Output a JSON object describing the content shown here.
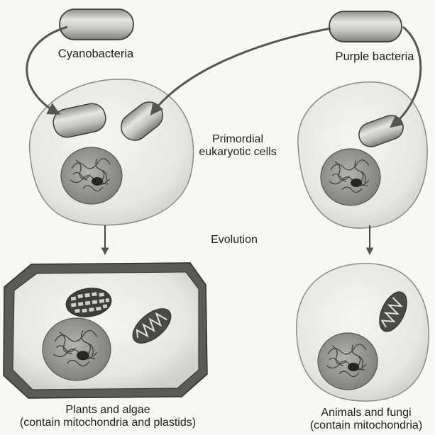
{
  "labels": {
    "cyanobacteria": "Cyanobacteria",
    "purple_bacteria": "Purple bacteria",
    "primordial_line1": "Primordial",
    "primordial_line2": "eukaryotic cells",
    "evolution": "Evolution",
    "plants_line1": "Plants and algae",
    "plants_line2": "(contain mitochondria and plastids)",
    "animals_line1": "Animals and fungi",
    "animals_line2": "(contain mitochondria)"
  },
  "colors": {
    "background": "#f7f7f5",
    "cell_fill": "#ececea",
    "cell_stroke": "#8a8a88",
    "plant_wall": "#5a5a58",
    "bacterium_fill": "#bdbdbb",
    "nucleus_fill": "#9a9a98",
    "arrow": "#555555"
  }
}
